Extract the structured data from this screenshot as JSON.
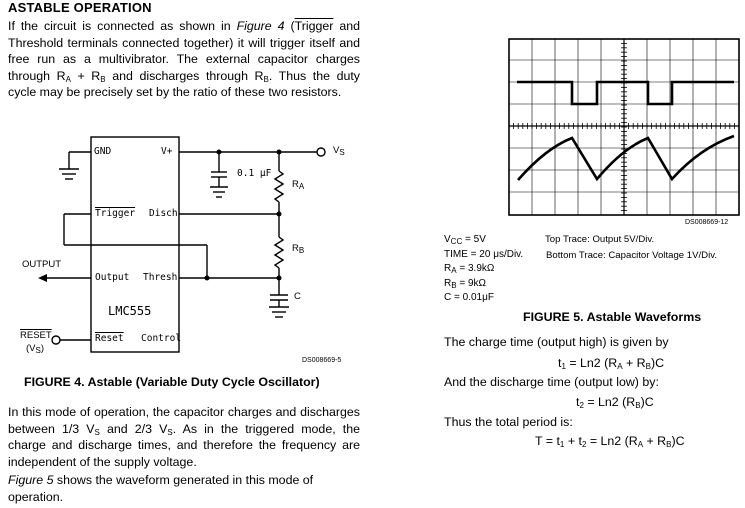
{
  "heading": "ASTABLE OPERATION",
  "intro": {
    "p1": "If the circuit is connected as shown in ",
    "fig4_ref": "Figure 4",
    "p2": " (",
    "trigger_word": "Trigger",
    "p3": " and Threshold terminals connected together) it will trigger itself and free run as a multivibrator. The external capacitor charges through R",
    "sub_a": "A",
    "p4": " + R",
    "sub_b1": "B",
    "p5": " and discharges through R",
    "sub_b2": "B",
    "p6": ". Thus the duty cycle may be precisely set by the ratio of these two resistors."
  },
  "circuit": {
    "chip_name": "LMC555",
    "pin_gnd": "GND",
    "pin_vplus": "V+",
    "pin_trigger": "Trigger",
    "pin_disch": "Disch",
    "pin_output": "Output",
    "pin_thresh": "Thresh",
    "pin_reset": "Reset",
    "pin_control": "Control",
    "cap_value": "0.1 μF",
    "vs_label": "V",
    "vs_sub": "S",
    "ra_label": "R",
    "ra_sub": "A",
    "rb_label": "R",
    "rb_sub": "B",
    "c_label": "C",
    "output_label": "OUTPUT",
    "reset_label": "RESET",
    "reset_vs": "(V",
    "reset_vs_sub": "S",
    "reset_vs_end": ")",
    "ds_code": "DS008669-5"
  },
  "figure4_caption": "FIGURE 4. Astable (Variable Duty Cycle Oscillator)",
  "body": {
    "b1": "In this mode of operation, the capacitor charges and discharges between 1/3 V",
    "s1": "S",
    "b2": " and 2/3 V",
    "s2": "S",
    "b3": ". As in the triggered mode, the charge and discharge times, and therefore the frequency are independent of the supply voltage."
  },
  "fig5_ref": {
    "ref": "Figure 5",
    "rest": " shows the waveform generated in this mode of operation."
  },
  "scope": {
    "ds_code": "DS008669-12",
    "params": [
      {
        "name": "V",
        "sub": "CC",
        "value": " = 5V"
      },
      {
        "name": "TIME",
        "sub": "",
        "value": " = 20 μs/Div."
      },
      {
        "name": "R",
        "sub": "A",
        "value": " = 3.9kΩ"
      },
      {
        "name": "R",
        "sub": "B",
        "value": " = 9kΩ"
      },
      {
        "name": "C",
        "sub": "",
        "value": " = 0.01μF"
      }
    ],
    "top_trace": "Top Trace: Output 5V/Div.",
    "bottom_trace": "Bottom Trace: Capacitor Voltage 1V/Div."
  },
  "figure5_caption": "FIGURE 5. Astable Waveforms",
  "equations": {
    "charge_text": "The charge time (output high) is given by",
    "t1_lhs": "t",
    "t1_sub": "1",
    "t1_rhs": " = Ln2 (R",
    "t1_a": "A",
    "t1_mid": " + R",
    "t1_b": "B",
    "t1_end": ")C",
    "discharge_text": "And the discharge time (output low) by:",
    "t2_lhs": "t",
    "t2_sub": "2",
    "t2_rhs": " = Ln2 (R",
    "t2_b": "B",
    "t2_end": ")C",
    "total_text": "Thus the total period is:",
    "T_lhs": "T = t",
    "T_s1": "1",
    "T_plus": " + t",
    "T_s2": "2",
    "T_rhs": " = Ln2 (R",
    "T_a": "A",
    "T_mid": " + R",
    "T_b": "B",
    "T_end": ")C"
  }
}
